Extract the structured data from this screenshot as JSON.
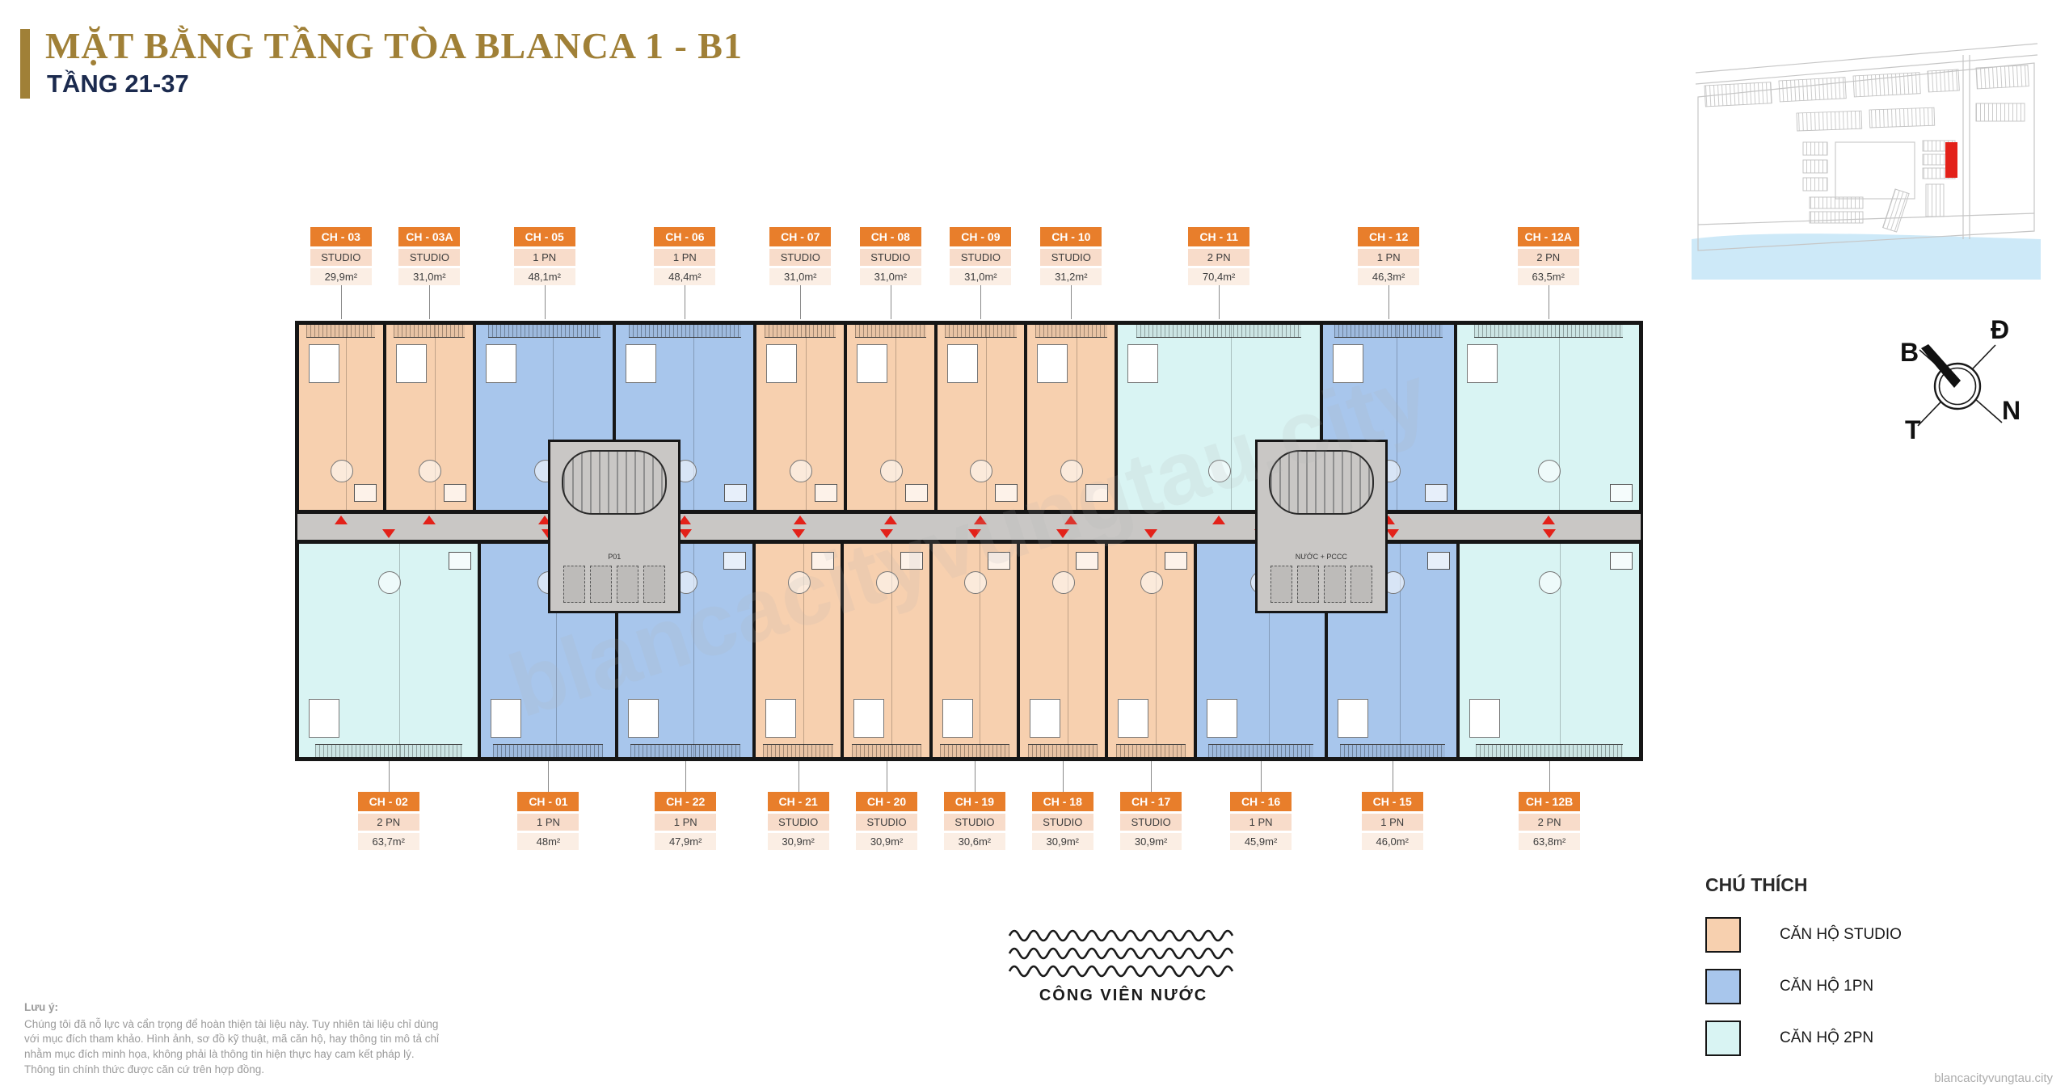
{
  "header": {
    "title": "MẶT BẰNG TẦNG TÒA BLANCA 1 - B1",
    "subtitle": "TẦNG 21-37"
  },
  "legend": {
    "title": "CHÚ THÍCH",
    "items": [
      {
        "label": "CĂN HỘ STUDIO",
        "color": "#F7D0AF",
        "key": "studio"
      },
      {
        "label": "CĂN HỘ 1PN",
        "color": "#A8C6EC",
        "key": "1pn"
      },
      {
        "label": "CĂN HỘ 2PN",
        "color": "#D9F4F3",
        "key": "2pn"
      }
    ]
  },
  "compass": {
    "north": "B",
    "east": "Đ",
    "south": "N",
    "west": "T"
  },
  "water_park": {
    "label": "CÔNG VIÊN NƯỚC"
  },
  "floor_plan": {
    "top_row": [
      {
        "unit": "CH - 03",
        "type": "STUDIO",
        "area": "29,9m²"
      },
      {
        "unit": "CH - 03A",
        "type": "STUDIO",
        "area": "31,0m²"
      },
      {
        "unit": "CH - 05",
        "type": "1 PN",
        "area": "48,1m²"
      },
      {
        "unit": "CH - 06",
        "type": "1 PN",
        "area": "48,4m²"
      },
      {
        "unit": "CH - 07",
        "type": "STUDIO",
        "area": "31,0m²"
      },
      {
        "unit": "CH - 08",
        "type": "STUDIO",
        "area": "31,0m²"
      },
      {
        "unit": "CH - 09",
        "type": "STUDIO",
        "area": "31,0m²"
      },
      {
        "unit": "CH - 10",
        "type": "STUDIO",
        "area": "31,2m²"
      },
      {
        "unit": "CH - 11",
        "type": "2 PN",
        "area": "70,4m²"
      },
      {
        "unit": "CH - 12",
        "type": "1 PN",
        "area": "46,3m²"
      },
      {
        "unit": "CH - 12A",
        "type": "2 PN",
        "area": "63,5m²"
      }
    ],
    "bottom_row": [
      {
        "unit": "CH - 02",
        "type": "2 PN",
        "area": "63,7m²"
      },
      {
        "unit": "CH - 01",
        "type": "1 PN",
        "area": "48m²"
      },
      {
        "unit": "CH - 22",
        "type": "1 PN",
        "area": "47,9m²"
      },
      {
        "unit": "CH - 21",
        "type": "STUDIO",
        "area": "30,9m²"
      },
      {
        "unit": "CH - 20",
        "type": "STUDIO",
        "area": "30,9m²"
      },
      {
        "unit": "CH - 19",
        "type": "STUDIO",
        "area": "30,6m²"
      },
      {
        "unit": "CH - 18",
        "type": "STUDIO",
        "area": "30,9m²"
      },
      {
        "unit": "CH - 17",
        "type": "STUDIO",
        "area": "30,9m²"
      },
      {
        "unit": "CH - 16",
        "type": "1 PN",
        "area": "45,9m²"
      },
      {
        "unit": "CH - 15",
        "type": "1 PN",
        "area": "46,0m²"
      },
      {
        "unit": "CH - 12B",
        "type": "2 PN",
        "area": "63,8m²"
      }
    ],
    "cores": [
      {
        "label": "P01"
      },
      {
        "label": "NƯỚC + PCCC"
      }
    ]
  },
  "disclaimer": {
    "title": "Lưu ý:",
    "lines": [
      "Chúng tôi đã nỗ lực và cẩn trọng để hoàn thiện tài liệu này. Tuy nhiên tài liệu chỉ dùng",
      "với mục đích tham khảo. Hình ảnh, sơ đồ kỹ thuật, mã căn hộ, hay thông tin mô tả chỉ",
      "nhằm mục đích minh họa, không phải là thông tin hiện thực hay cam kết pháp lý.",
      "Thông tin chính thức được căn cứ trên hợp đồng."
    ]
  },
  "watermark": "blancacityvungtau.city",
  "colors": {
    "title_gold": "#A08037",
    "subtitle_navy": "#1B2A4E",
    "label_orange": "#E87E2B",
    "corridor_gray": "#C9C7C5",
    "entry_marker_red": "#E32119",
    "site_map_water": "#CDE9F8"
  }
}
